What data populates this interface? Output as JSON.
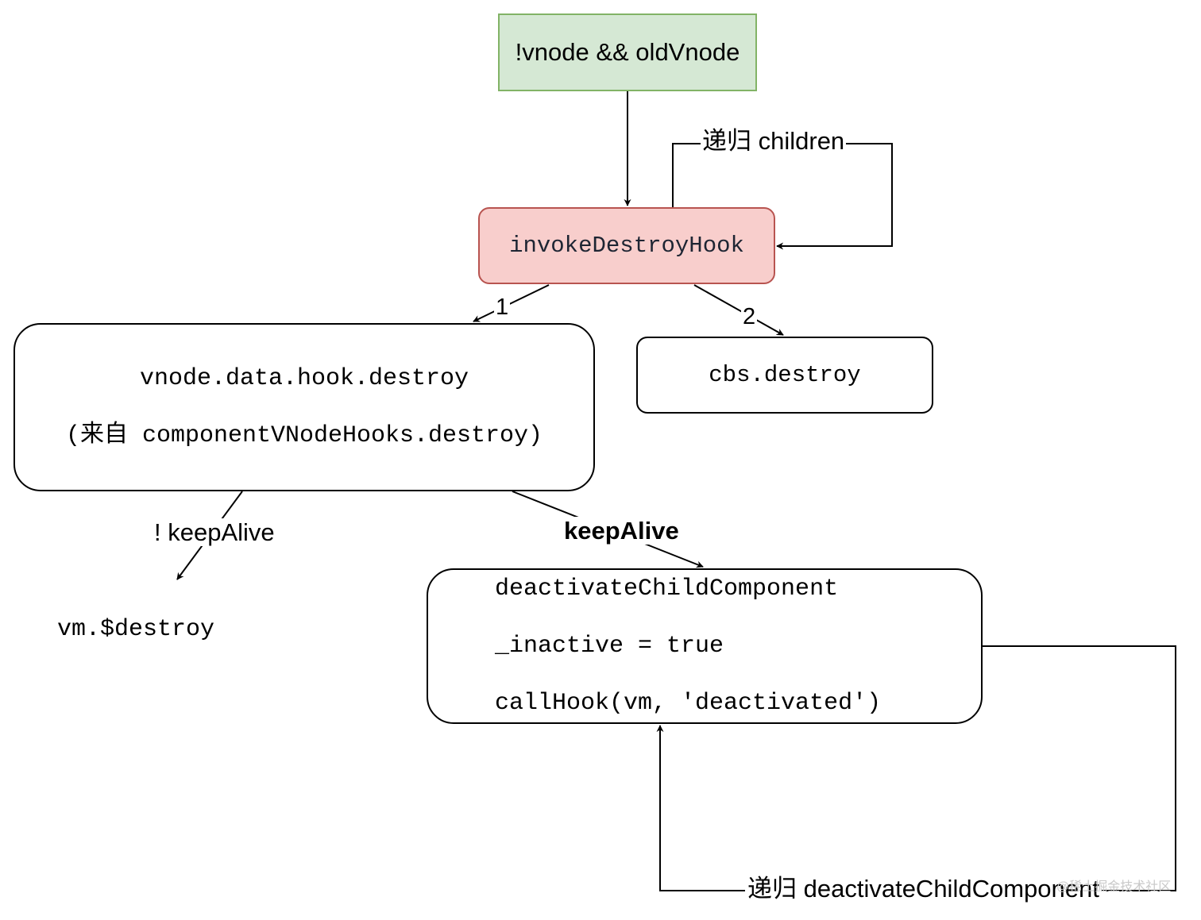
{
  "nodes": {
    "start": {
      "label": "!vnode && oldVnode",
      "fill": "#d5e8d4",
      "stroke": "#82b366"
    },
    "invoke_destroy_hook": {
      "label": "invokeDestroyHook",
      "fill": "#f8cecc",
      "stroke": "#b85450"
    },
    "data_hook_destroy": {
      "line1": "vnode.data.hook.destroy",
      "line2": "(来自 componentVNodeHooks.destroy)"
    },
    "cbs_destroy": {
      "label": "cbs.destroy"
    },
    "vm_destroy": {
      "label": "vm.$destroy"
    },
    "deactivate_child": {
      "line1": "deactivateChildComponent",
      "line2": "_inactive = true",
      "line3": "callHook(vm, 'deactivated')"
    }
  },
  "edges": {
    "recurse_children": "递归 children",
    "branch_1": "1",
    "branch_2": "2",
    "not_keep_alive": "! keepAlive",
    "keep_alive": "keepAlive",
    "recurse_deactivate": "递归 deactivateChildComponent"
  },
  "watermark": "@稀土掘金技术社区"
}
